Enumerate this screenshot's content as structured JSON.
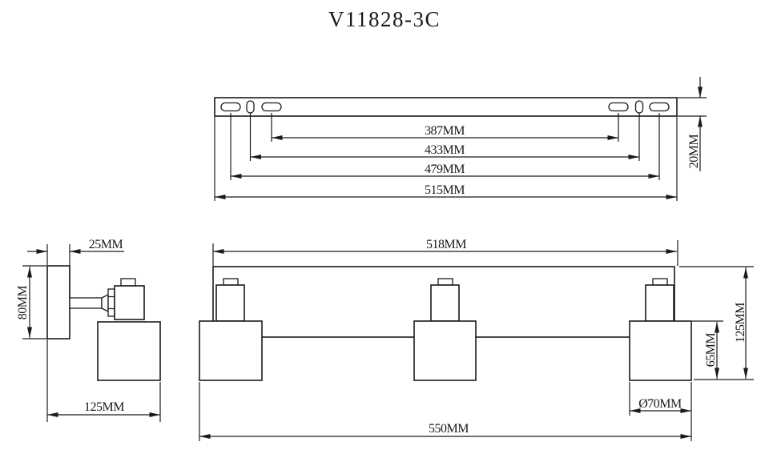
{
  "title": "V11828-3C",
  "units": "MM",
  "colors": {
    "line": "#1a1a1a",
    "background": "#ffffff"
  },
  "views": {
    "top": {
      "label": "mounting-plate-top-view",
      "dims": {
        "inner_slot_span": "387MM",
        "keyhole_span": "433MM",
        "outer_slot_span": "479MM",
        "plate_length": "515MM",
        "plate_depth": "20MM"
      }
    },
    "front": {
      "label": "fixture-front-view",
      "dims": {
        "backbar_length": "518MM",
        "overall_length": "550MM",
        "overall_height": "125MM",
        "shade_height": "65MM",
        "shade_diameter": "Ø70MM"
      }
    },
    "side": {
      "label": "fixture-side-view",
      "dims": {
        "wall_plate_depth": "25MM",
        "wall_plate_height": "80MM",
        "overall_projection": "125MM"
      }
    }
  }
}
